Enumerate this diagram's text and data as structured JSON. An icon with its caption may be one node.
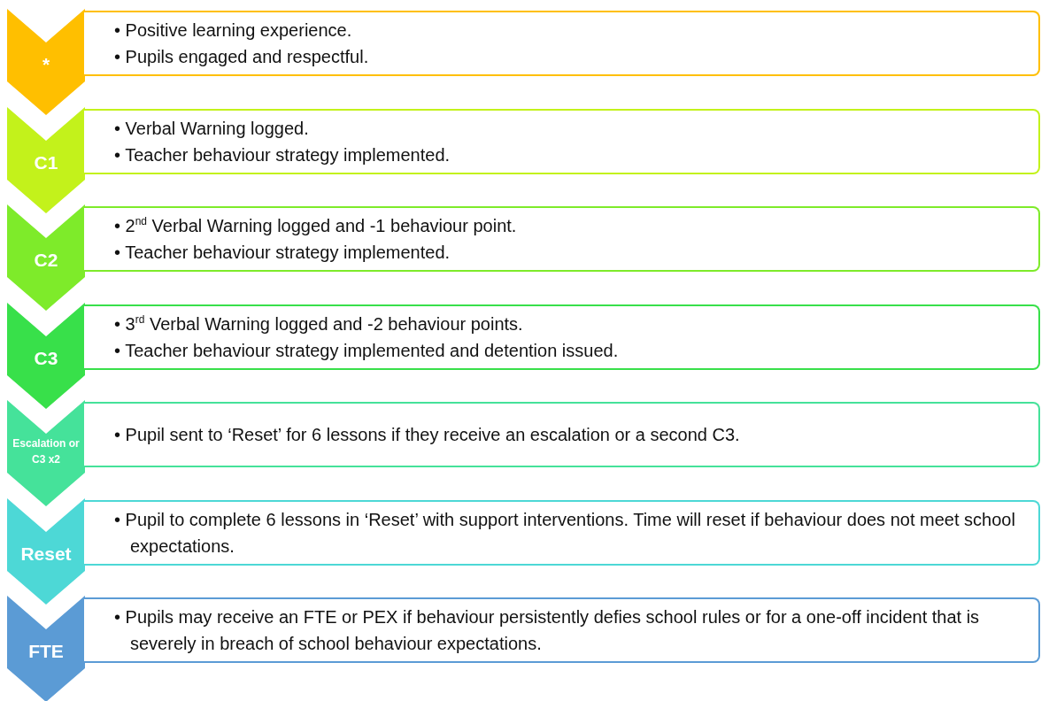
{
  "diagram": {
    "nodes": [
      {
        "text": [
          "*"
        ]
      },
      {
        "text": [
          "• Positive learning experience.",
          "• Pupils engaged and respectful."
        ]
      },
      {
        "text": [
          "C1"
        ]
      },
      {
        "text": [
          "• Verbal Warning logged.",
          "• Teacher behaviour strategy implemented."
        ]
      },
      {
        "text": [
          "C2"
        ]
      },
      {
        "text": [
          "• 2$^{nd}$ Verbal Warning logged and -1 behaviour point.",
          "• Teacher behaviour strategy implemented."
        ]
      },
      {
        "text": [
          "C3"
        ]
      },
      {
        "text": [
          "• 3$^{rd}$ Verbal Warning logged and -2 behaviour points.",
          "• Teacher behaviour strategy implemented and detention issued."
        ]
      },
      {
        "text": [
          "Escalation or C3 x2"
        ]
      },
      {
        "text": [
          "• Pupil sent to ‘Reset’ for 6 lessons if they receive an escalation or a second C3."
        ]
      },
      {
        "text": [
          "Reset"
        ]
      },
      {
        "text": [
          "• Pupil to complete 6 lessons in ‘Reset’ with support interventions. Time will reset if behaviour does not meet school expectations."
        ]
      },
      {
        "text": [
          "FTE"
        ]
      },
      {
        "text": [
          "• Pupils may receive an FTE or PEX if behaviour persistently defies school rules or for a one-off incident that is severely in breach of school behaviour expectations."
        ]
      }
    ]
  }
}
